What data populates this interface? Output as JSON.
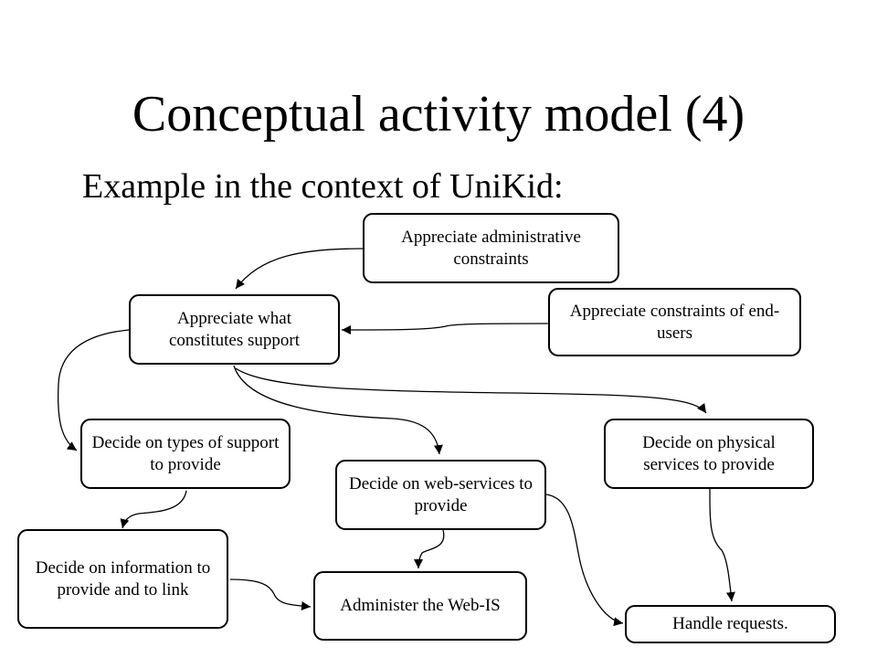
{
  "slide": {
    "title": "Conceptual activity model (4)",
    "subtitle": "Example in the context of UniKid:"
  },
  "nodes": {
    "admin_constraints": "Appreciate administrative constraints",
    "what_constitutes_support": "Appreciate what constitutes support",
    "enduser_constraints": "Appreciate constraints of end-users",
    "types_of_support": "Decide on types of support to provide",
    "web_services": "Decide on web-services to provide",
    "physical_services": "Decide on physical services to provide",
    "information_to_provide": "Decide on information to provide and to link",
    "administer_web_is": "Administer the Web-IS",
    "handle_requests": "Handle requests."
  },
  "colors": {
    "stroke": "#000000",
    "background": "#ffffff"
  }
}
